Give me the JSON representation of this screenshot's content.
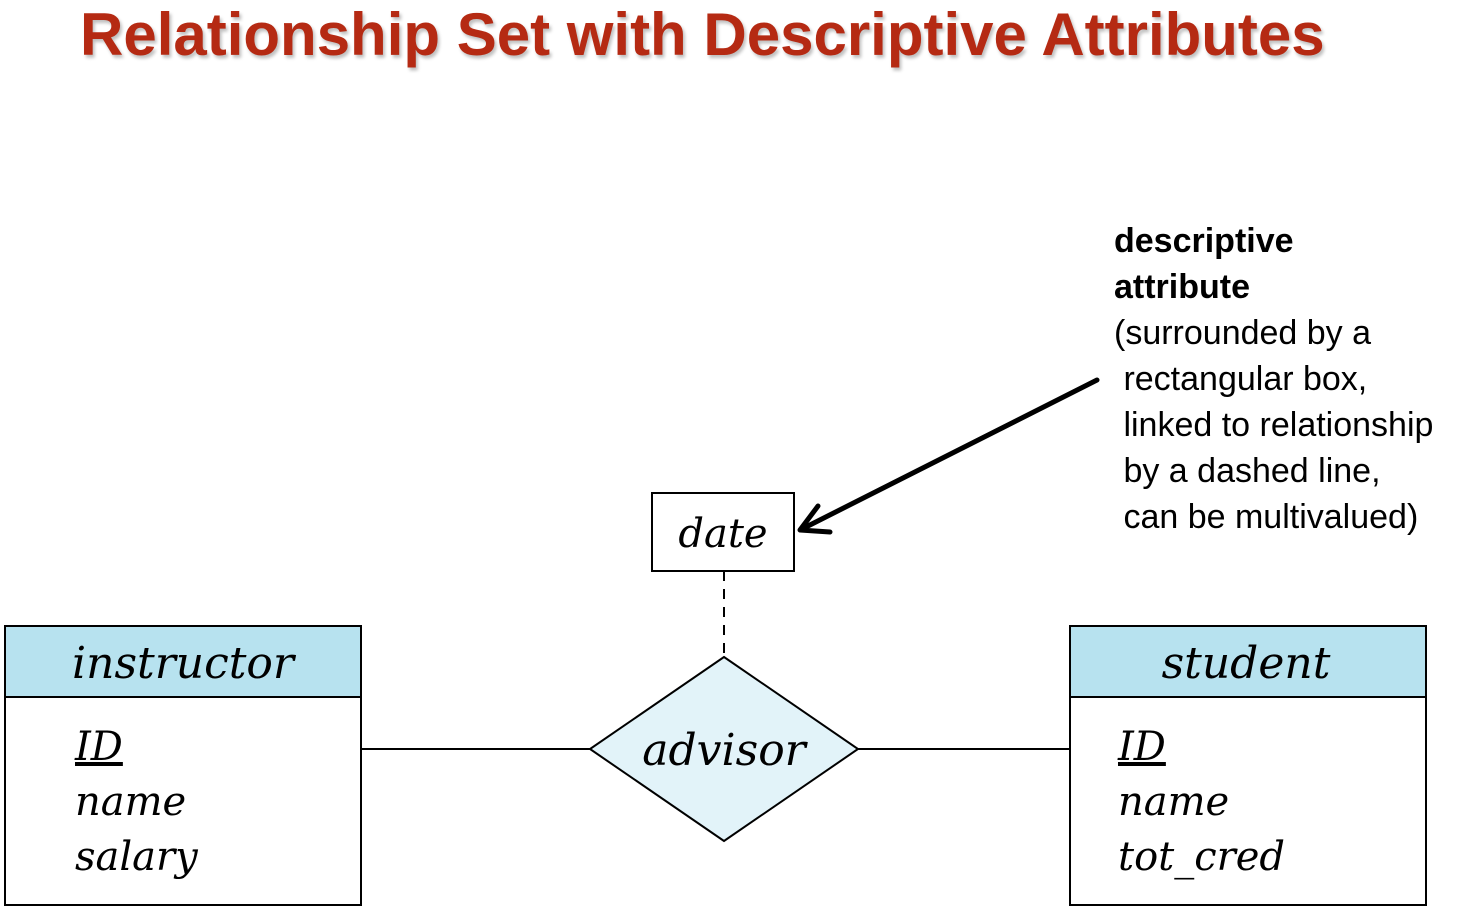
{
  "title": "Relationship Set with Descriptive Attributes",
  "callout": {
    "heading_line1": "descriptive",
    "heading_line2": "attribute",
    "body": "(surrounded by a\n rectangular box,\n linked to relationship\n by a dashed line,\n can be multivalued)"
  },
  "diagram": {
    "relationship": {
      "name": "advisor",
      "attribute": "date"
    },
    "left_entity": {
      "name": "instructor",
      "attributes": [
        "ID",
        "name",
        "salary"
      ],
      "key": "ID"
    },
    "right_entity": {
      "name": "student",
      "attributes": [
        "ID",
        "name",
        "tot_cred"
      ],
      "key": "ID"
    }
  },
  "colors": {
    "title": "#b52a13",
    "entity_header": "#b7e2ef",
    "relationship_fill": "#e2f3f9",
    "line": "#000000"
  }
}
